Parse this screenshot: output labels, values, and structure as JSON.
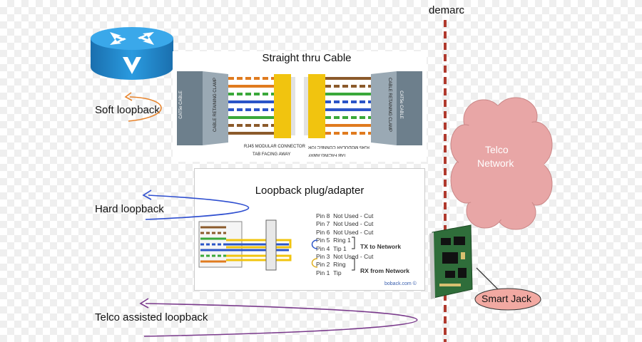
{
  "labels": {
    "demarc": "demarc",
    "soft_loopback": "Soft loopback",
    "hard_loopback": "Hard loopback",
    "telco_assisted_loopback": "Telco assisted loopback",
    "smart_jack": "Smart Jack",
    "telco_network_line1": "Telco",
    "telco_network_line2": "Network"
  },
  "straight_cable": {
    "title": "Straight thru Cable",
    "left_connector": "CAT5e CABLE",
    "left_clamp": "CABLE RETAINING CLAMP",
    "right_connector": "CAT5e CABLE",
    "right_clamp": "CABLE RETAINING CLAMP",
    "left_caption1": "RJ45 MODULAR CONNECTOR",
    "left_caption2": "TAB FACING AWAY",
    "right_caption1": "RJ45 MODULAR CONNECTOR",
    "right_caption2": "TAB FACING AWAY"
  },
  "loopback_plug": {
    "title": "Loopback plug/adapter",
    "pins": [
      {
        "pin": "Pin 8",
        "desc": "Not Used - Cut"
      },
      {
        "pin": "Pin 7",
        "desc": "Not Used - Cut"
      },
      {
        "pin": "Pin 6",
        "desc": "Not Used - Cut"
      },
      {
        "pin": "Pin 5",
        "desc": "Ring 1"
      },
      {
        "pin": "Pin 4",
        "desc": "Tip 1"
      },
      {
        "pin": "Pin 3",
        "desc": "Not Used - Cut"
      },
      {
        "pin": "Pin 2",
        "desc": "Ring"
      },
      {
        "pin": "Pin 1",
        "desc": "Tip"
      }
    ],
    "tx_label": "TX to Network",
    "rx_label": "RX from Network",
    "credit": "boback.com ©"
  },
  "colors": {
    "demarc_line": "#b03a2e",
    "router_blue": "#1f8fd6",
    "cloud_fill": "#e8a6a6",
    "soft_arrow": "#e8842c",
    "hard_arrow": "#2f4fd0",
    "telco_arrow": "#7a3a8c",
    "callout_fill": "#f2a9a2"
  }
}
